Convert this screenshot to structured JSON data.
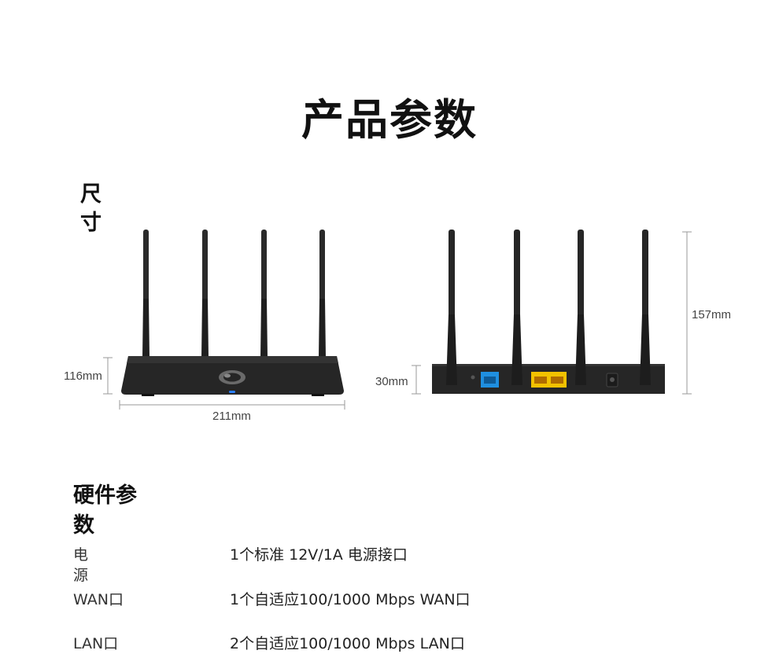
{
  "page": {
    "title": "产品参数"
  },
  "size_section": {
    "label": "尺寸",
    "front_height": "116mm",
    "front_width": "211mm",
    "back_height": "30mm",
    "total_height": "157mm"
  },
  "hardware": {
    "heading": "硬件参数",
    "rows": [
      {
        "name": "电源",
        "value": "1个标准 12V/1A 电源接口"
      },
      {
        "name": "WAN口",
        "value": "1个自适应100/1000 Mbps WAN口"
      },
      {
        "name": "LAN口",
        "value": "2个自适应100/1000 Mbps LAN口"
      }
    ]
  },
  "colors": {
    "router_body": "#222222",
    "wan_port": "#1f8fe0",
    "lan_port": "#f2c200",
    "led": "#2a7fff"
  },
  "icons": {
    "logo": "router-logo-icon"
  }
}
